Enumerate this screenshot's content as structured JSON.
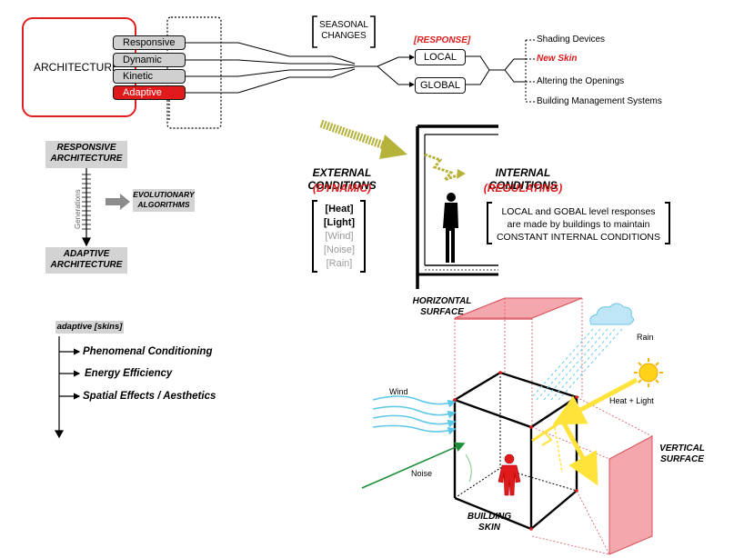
{
  "architecture": {
    "label": "ARCHITECTURE",
    "types": [
      "Responsive",
      "Dynamic",
      "Kinetic",
      "Adaptive"
    ]
  },
  "seasonal": {
    "line1": "SEASONAL",
    "line2": "CHANGES"
  },
  "response": {
    "heading": "[RESPONSE]",
    "local": "LOCAL",
    "global": "GLOBAL",
    "options": [
      "Shading Devices",
      "New Skin",
      "Altering the Openings",
      "Building Management Systems"
    ]
  },
  "evolution": {
    "top": {
      "line1": "RESPONSIVE",
      "line2": "ARCHITECTURE"
    },
    "axis_label": "Generations",
    "algorithms": {
      "line1": "EVOLUTIONARY",
      "line2": "ALGORITHMS"
    },
    "bottom": {
      "line1": "ADAPTIVE",
      "line2": "ARCHITECTURE"
    }
  },
  "external": {
    "title": "EXTERNAL CONDITIONS",
    "subtitle": "(DYNAMIC)",
    "items": [
      "[Heat]",
      "[Light]",
      "[Wind]",
      "[Noise]",
      "[Rain]"
    ]
  },
  "internal": {
    "title": "INTERNAL CONDITIONS",
    "subtitle": "(REGULATING)",
    "text": [
      "LOCAL and GOBAL level responses",
      "are made by buildings to maintain",
      "CONSTANT INTERNAL CONDITIONS"
    ]
  },
  "adaptive_skins": {
    "label": "adaptive [skins]",
    "items": [
      "Phenomenal Conditioning",
      "Energy Efficiency",
      "Spatial Effects / Aesthetics"
    ]
  },
  "skin_diagram": {
    "horizontal": {
      "line1": "HORIZONTAL",
      "line2": "SURFACE"
    },
    "vertical": {
      "line1": "VERTICAL",
      "line2": "SURFACE"
    },
    "building": {
      "line1": "BUILDING",
      "line2": "SKIN"
    },
    "rain": "Rain",
    "wind": "Wind",
    "noise": "Noise",
    "heat_light": "Heat + Light"
  },
  "colors": {
    "accent_red": "#e0191b",
    "pink": "#f4a7ac",
    "olive": "#b5b33a",
    "yellow": "#ffe23a",
    "wind": "#5cc7e8",
    "noise": "#1f8f3a"
  }
}
